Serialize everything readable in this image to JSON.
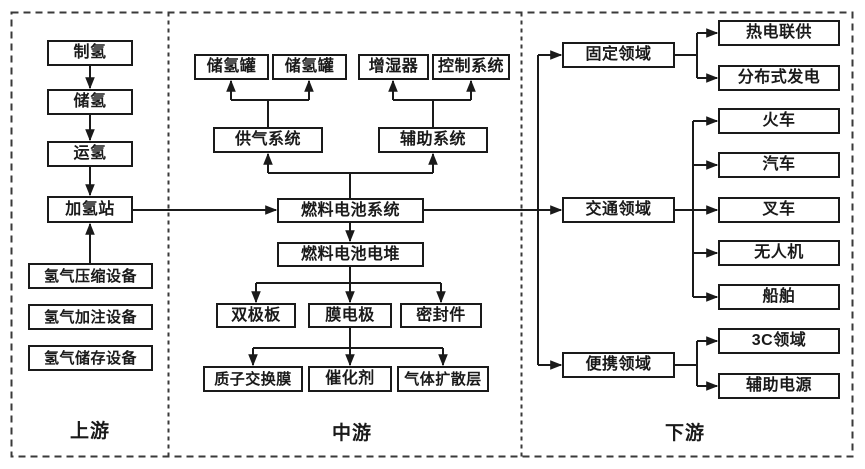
{
  "diagram": {
    "title_hint": "hydrogen-fuel-cell-industry-chain-flowchart",
    "colors": {
      "line": "#1a1a1a",
      "box_border": "#1a1a1a",
      "box_fill": "#ffffff",
      "background": "#ffffff"
    },
    "regions": {
      "upstream": {
        "label": "上游"
      },
      "midstream": {
        "label": "中游"
      },
      "downstream": {
        "label": "下游"
      }
    },
    "nodes": {
      "hydrogen_production": "制氢",
      "hydrogen_storage": "储氢",
      "hydrogen_transport": "运氢",
      "refueling_station": "加氢站",
      "compression_equipment": "氢气压缩设备",
      "filling_equipment": "氢气加注设备",
      "storage_equipment": "氢气储存设备",
      "storage_tank_1": "储氢罐",
      "storage_tank_2": "储氢罐",
      "humidifier": "增湿器",
      "control_system": "控制系统",
      "gas_supply_system": "供气系统",
      "auxiliary_system": "辅助系统",
      "fuel_cell_system": "燃料电池系统",
      "fuel_cell_stack": "燃料电池电堆",
      "bipolar_plate": "双极板",
      "membrane_electrode": "膜电极",
      "seals": "密封件",
      "proton_exchange_membrane": "质子交换膜",
      "catalyst": "催化剂",
      "gas_diffusion_layer": "气体扩散层",
      "stationary_field": "固定领域",
      "chp": "热电联供",
      "distributed_generation": "分布式发电",
      "train": "火车",
      "automobile": "汽车",
      "forklift": "叉车",
      "drone": "无人机",
      "ship": "船舶",
      "portable_field": "便携领域",
      "field_3c": "3C领域",
      "auxiliary_power": "辅助电源"
    }
  }
}
